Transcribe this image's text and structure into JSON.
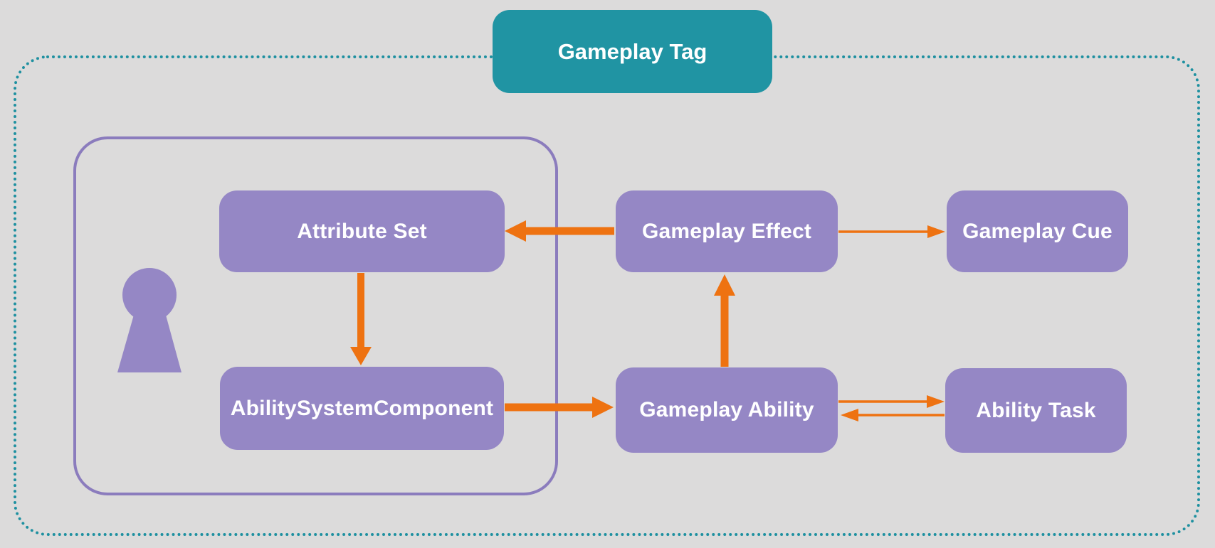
{
  "diagram": {
    "title": "Gameplay Tag",
    "nodes": {
      "attribute_set": "Attribute Set",
      "ability_system_component": "AbilitySystemComponent",
      "gameplay_effect": "Gameplay Effect",
      "gameplay_ability": "Gameplay Ability",
      "gameplay_cue": "Gameplay Cue",
      "ability_task": "Ability Task"
    },
    "edges": [
      {
        "from": "gameplay_effect",
        "to": "attribute_set",
        "style": "thick"
      },
      {
        "from": "attribute_set",
        "to": "ability_system_component",
        "style": "thick"
      },
      {
        "from": "ability_system_component",
        "to": "gameplay_ability",
        "style": "thick"
      },
      {
        "from": "gameplay_ability",
        "to": "gameplay_effect",
        "style": "thick"
      },
      {
        "from": "gameplay_effect",
        "to": "gameplay_cue",
        "style": "thin"
      },
      {
        "from": "gameplay_ability",
        "to": "ability_task",
        "style": "thin"
      },
      {
        "from": "ability_task",
        "to": "gameplay_ability",
        "style": "thin"
      }
    ],
    "icons": {
      "person": "person-silhouette"
    }
  },
  "colors": {
    "background": "#dcdbdb",
    "node_fill": "#9587c5",
    "node_text": "#ffffff",
    "container_border": "#8b7cbd",
    "outer_border": "#1e90a0",
    "title_fill": "#2094a3",
    "title_text": "#ffffff",
    "arrow": "#ee7211"
  }
}
